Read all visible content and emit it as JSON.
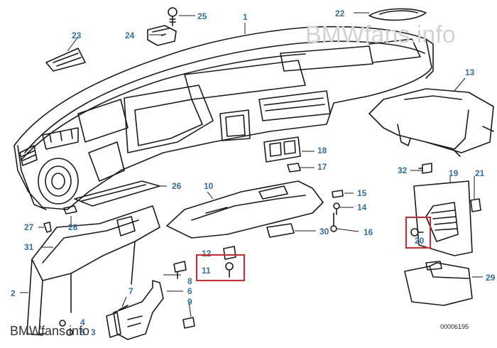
{
  "watermark_top": "BMWfans.info",
  "watermark_bottom": "BMWfans.info",
  "reference_number": "00006195",
  "callouts": {
    "p1": "1",
    "p2": "2",
    "p3": "3",
    "p4": "4",
    "p5": "5",
    "p6": "6",
    "p7": "7",
    "p8": "8",
    "p9": "9",
    "p10": "10",
    "p11": "11",
    "p12": "12",
    "p13": "13",
    "p14": "14",
    "p15": "15",
    "p16": "16",
    "p17": "17",
    "p18": "18",
    "p19": "19",
    "p20": "20",
    "p21": "21",
    "p22": "22",
    "p23": "23",
    "p24": "24",
    "p25": "25",
    "p26": "26",
    "p27": "27",
    "p28": "28",
    "p29": "29",
    "p30": "30",
    "p31": "31",
    "p32": "32"
  },
  "colors": {
    "callout": "#2f6fa7",
    "highlight": "#e0242b",
    "line": "#1a1a1a"
  }
}
